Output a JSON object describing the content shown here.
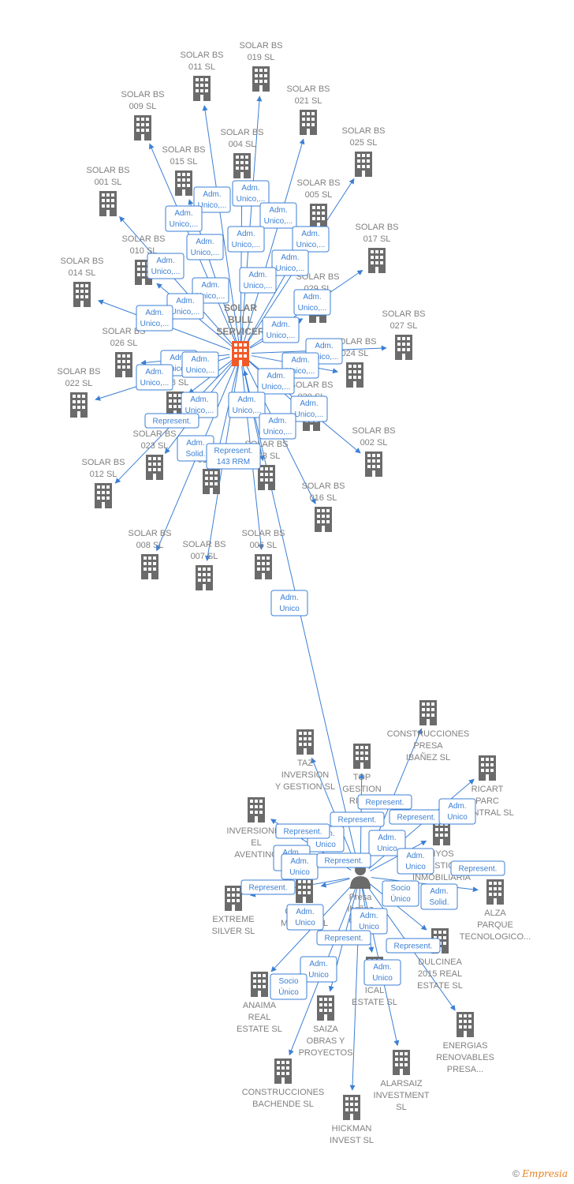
{
  "colors": {
    "edge": "#3b7fd4",
    "building": "#6b6b6b",
    "center_building": "#f05a28",
    "label": "#808080"
  },
  "icons": {
    "building": "building-icon",
    "person": "person-icon"
  },
  "nodes": [
    {
      "id": "c",
      "label": [
        "SOLAR",
        "BULL",
        "SERVICER"
      ],
      "center": true
    },
    {
      "id": "n019",
      "label": [
        "SOLAR BS",
        "019  SL"
      ]
    },
    {
      "id": "n011",
      "label": [
        "SOLAR BS",
        "011  SL"
      ]
    },
    {
      "id": "n021",
      "label": [
        "SOLAR BS",
        "021  SL"
      ]
    },
    {
      "id": "n009",
      "label": [
        "SOLAR BS",
        "009  SL"
      ]
    },
    {
      "id": "n004",
      "label": [
        "SOLAR BS",
        "004  SL"
      ]
    },
    {
      "id": "n025",
      "label": [
        "SOLAR BS",
        "025  SL"
      ]
    },
    {
      "id": "n015",
      "label": [
        "SOLAR BS",
        "015  SL"
      ]
    },
    {
      "id": "n001",
      "label": [
        "SOLAR BS",
        "001  SL"
      ]
    },
    {
      "id": "n005",
      "label": [
        "SOLAR BS",
        "005  SL"
      ]
    },
    {
      "id": "n017",
      "label": [
        "SOLAR BS",
        "017  SL"
      ]
    },
    {
      "id": "n010",
      "label": [
        "SOLAR BS",
        "010  SL"
      ]
    },
    {
      "id": "n014",
      "label": [
        "SOLAR BS",
        "014  SL"
      ]
    },
    {
      "id": "n029",
      "label": [
        "SOLAR BS",
        "029  SL"
      ]
    },
    {
      "id": "n027",
      "label": [
        "SOLAR BS",
        "027  SL"
      ]
    },
    {
      "id": "n026",
      "label": [
        "SOLAR BS",
        "026  SL"
      ]
    },
    {
      "id": "n024",
      "label": [
        "SOLAR BS",
        "024  SL"
      ]
    },
    {
      "id": "n022",
      "label": [
        "SOLAR BS",
        "022  SL"
      ]
    },
    {
      "id": "n020",
      "label": [
        "SOLAR BS",
        "020  SL"
      ]
    },
    {
      "id": "n002",
      "label": [
        "SOLAR BS",
        "002  SL"
      ]
    },
    {
      "id": "n023",
      "label": [
        "SOLAR BS",
        "023  SL"
      ]
    },
    {
      "id": "n012",
      "label": [
        "SOLAR BS",
        "012  SL"
      ]
    },
    {
      "id": "n016",
      "label": [
        "SOLAR BS",
        "016  SL"
      ]
    },
    {
      "id": "n008",
      "label": [
        "SOLAR BS",
        "008  SL"
      ]
    },
    {
      "id": "n007",
      "label": [
        "SOLAR BS",
        "007  SL"
      ]
    },
    {
      "id": "n006",
      "label": [
        "SOLAR BS",
        "006  SL"
      ]
    },
    {
      "id": "n003",
      "label": [
        "SOLAR BS",
        "003  SL"
      ]
    },
    {
      "id": "n013",
      "label": [
        "SOLAR BS",
        "013  SL"
      ]
    },
    {
      "id": "n018",
      "label": [
        "SOLAR BS",
        "018  SL"
      ]
    },
    {
      "id": "p",
      "label": [
        "Presa",
        "Ibañez",
        "Oscar"
      ],
      "person": true
    },
    {
      "id": "construcciones_presa",
      "label": [
        "CONSTRUCCIONES",
        "PRESA",
        "IBAÑEZ SL"
      ]
    },
    {
      "id": "taz",
      "label": [
        "TAZ",
        "INVERSION",
        "Y GESTION  SL"
      ]
    },
    {
      "id": "top",
      "label": [
        "TOP",
        "GESTION",
        "RIVAS"
      ]
    },
    {
      "id": "ricart",
      "label": [
        "RICART",
        "PARC",
        "CENTRAL SL"
      ]
    },
    {
      "id": "inversiones",
      "label": [
        "INVERSIONES",
        "EL",
        "AVENTINO"
      ]
    },
    {
      "id": "nyos",
      "label": [
        "NYOS",
        "GESTION",
        "INMOBILIARIA"
      ]
    },
    {
      "id": "alza",
      "label": [
        "ALZA",
        "PARQUE",
        "TECNOLOGICO..."
      ]
    },
    {
      "id": "extreme",
      "label": [
        "EXTREME",
        "SILVER  SL"
      ]
    },
    {
      "id": "gestion_madrid",
      "label": [
        "GESTION",
        "MADRID  SL"
      ]
    },
    {
      "id": "dulcinea",
      "label": [
        "DULCINEA",
        "2015 REAL",
        "ESTATE  SL"
      ]
    },
    {
      "id": "anaima",
      "label": [
        "ANAIMA",
        "REAL",
        "ESTATE  SL"
      ]
    },
    {
      "id": "ical",
      "label": [
        "ICAL",
        "ESTATE  SL"
      ]
    },
    {
      "id": "saiza",
      "label": [
        "SAIZA",
        "OBRAS Y",
        "PROYECTOS"
      ]
    },
    {
      "id": "energias",
      "label": [
        "ENERGIAS",
        "RENOVABLES",
        "PRESA..."
      ]
    },
    {
      "id": "alarsaiz",
      "label": [
        "ALARSAIZ",
        "INVESTMENT",
        "SL"
      ]
    },
    {
      "id": "bachende",
      "label": [
        "CONSTRUCCIONES",
        "BACHENDE SL"
      ]
    },
    {
      "id": "hickman",
      "label": [
        "HICKMAN",
        "INVEST  SL"
      ]
    }
  ],
  "relations": [
    {
      "label": [
        "Adm.",
        "Unico,..."
      ]
    },
    {
      "label": [
        "Adm.",
        "Unico,..."
      ]
    },
    {
      "label": [
        "Adm.",
        "Unico,..."
      ]
    },
    {
      "label": [
        "Adm.",
        "Unico,..."
      ]
    },
    {
      "label": [
        "Adm.",
        "Unico,..."
      ]
    },
    {
      "label": [
        "Adm.",
        "Unico,..."
      ]
    },
    {
      "label": [
        "Adm.",
        "Unico,..."
      ]
    },
    {
      "label": [
        "Adm.",
        "Unico,..."
      ]
    },
    {
      "label": [
        "Adm.",
        "Unico,..."
      ]
    },
    {
      "label": [
        "Adm.",
        "Unico,..."
      ]
    },
    {
      "label": [
        "Adm.",
        "Unico,..."
      ]
    },
    {
      "label": [
        "Adm.",
        "Unico,..."
      ]
    },
    {
      "label": [
        "Adm.",
        "Unico,..."
      ]
    },
    {
      "label": [
        "Adm.",
        "Unico,..."
      ]
    },
    {
      "label": [
        "Adm.",
        "Unico,..."
      ]
    },
    {
      "label": [
        "Adm.",
        "Unico,..."
      ]
    },
    {
      "label": [
        "Adm.",
        "Unico,..."
      ]
    },
    {
      "label": [
        "Adm.",
        "Unico,..."
      ]
    },
    {
      "label": [
        "Adm.",
        "Unico,..."
      ]
    },
    {
      "label": [
        "Adm.",
        "Unico,..."
      ]
    },
    {
      "label": [
        "Adm.",
        "Unico,..."
      ]
    },
    {
      "label": [
        "Adm.",
        "Unico,..."
      ]
    },
    {
      "label": [
        "Adm.",
        "Unico,..."
      ]
    },
    {
      "label": [
        "Adm.",
        "Unico,..."
      ]
    },
    {
      "label": [
        "Adm.",
        "Unico,..."
      ]
    },
    {
      "label": [
        "Represent."
      ]
    },
    {
      "label": [
        "Adm.",
        "Solid."
      ]
    },
    {
      "label": [
        "Represent.",
        "143 RRM"
      ]
    },
    {
      "label": [
        "Adm.",
        "Unico"
      ]
    },
    {
      "label": [
        "Represent."
      ]
    },
    {
      "label": [
        "Represent."
      ]
    },
    {
      "label": [
        "Adm.",
        "Unico"
      ]
    },
    {
      "label": [
        "Adm.",
        "Unico"
      ]
    },
    {
      "label": [
        "Adm.",
        "Unico"
      ]
    },
    {
      "label": [
        "Represent."
      ]
    },
    {
      "label": [
        "Represent."
      ]
    },
    {
      "label": [
        "Adm.",
        "Unico"
      ]
    },
    {
      "label": [
        "Adm.",
        "Unico"
      ]
    },
    {
      "label": [
        "Represent."
      ]
    },
    {
      "label": [
        "Represent."
      ]
    },
    {
      "label": [
        "Adm.",
        "Unico"
      ]
    },
    {
      "label": [
        "Represent."
      ]
    },
    {
      "label": [
        "Socio",
        "Único"
      ]
    },
    {
      "label": [
        "Adm.",
        "Solid."
      ]
    },
    {
      "label": [
        "Adm.",
        "Unico"
      ]
    },
    {
      "label": [
        "Adm.",
        "Unico"
      ]
    },
    {
      "label": [
        "Represent."
      ]
    },
    {
      "label": [
        "Represent."
      ]
    },
    {
      "label": [
        "Adm.",
        "Unico"
      ]
    },
    {
      "label": [
        "Socio",
        "Único"
      ]
    },
    {
      "label": [
        "Adm.",
        "Unico"
      ]
    }
  ],
  "footer": {
    "copyright": "©",
    "brand": "Empresia"
  }
}
